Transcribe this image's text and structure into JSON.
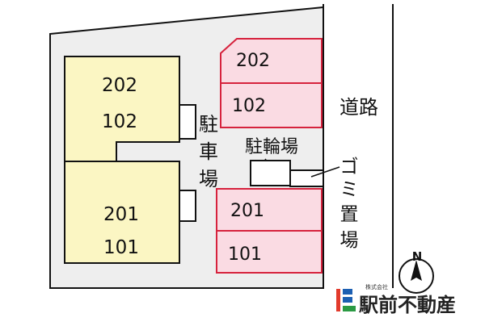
{
  "units": {
    "yellow_top": [
      "202",
      "102"
    ],
    "yellow_bottom": [
      "201",
      "101"
    ],
    "pink": [
      "202",
      "102",
      "201",
      "101"
    ]
  },
  "labels": {
    "parking": "駐車場",
    "bicycle_parking": "駐輪場",
    "garbage": "ゴミ置場",
    "road": "道路",
    "north": "N"
  },
  "logo": {
    "company_small": "株式会社",
    "company_name": "駅前不動産"
  },
  "colors": {
    "yellow_fill": "#fbf6c3",
    "pink_fill": "#fadbe3",
    "pink_stroke": "#d6223d",
    "ground": "#eeeeee",
    "logo_red": "#e23a2c",
    "logo_blue": "#1c5fb2",
    "logo_green": "#2b9a44"
  }
}
